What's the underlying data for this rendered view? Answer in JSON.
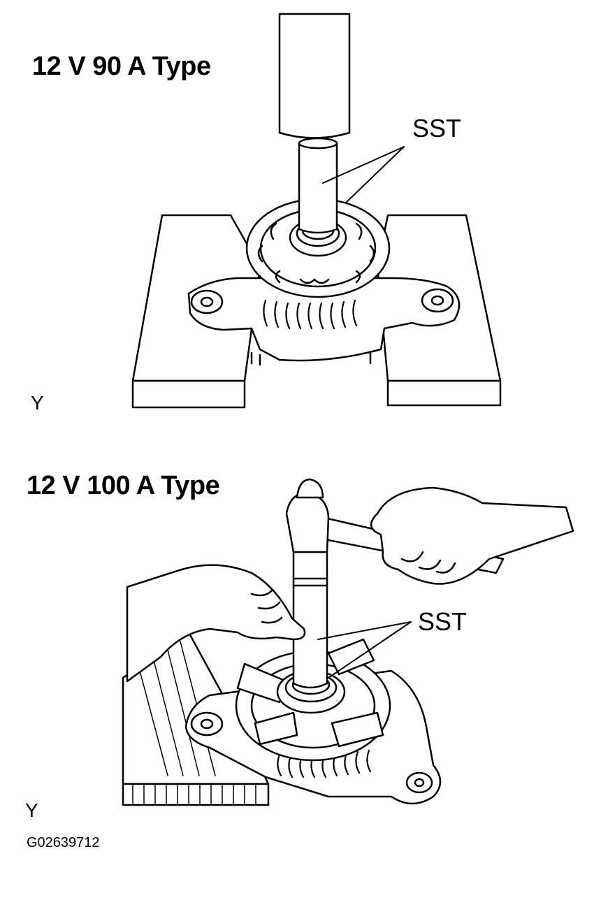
{
  "panels": [
    {
      "title": "12 V 90 A Type",
      "callout": "SST",
      "view_mark": "Y"
    },
    {
      "title": "12 V 100 A Type",
      "callout": "SST",
      "view_mark": "Y"
    }
  ],
  "figure_code": "G02639712"
}
